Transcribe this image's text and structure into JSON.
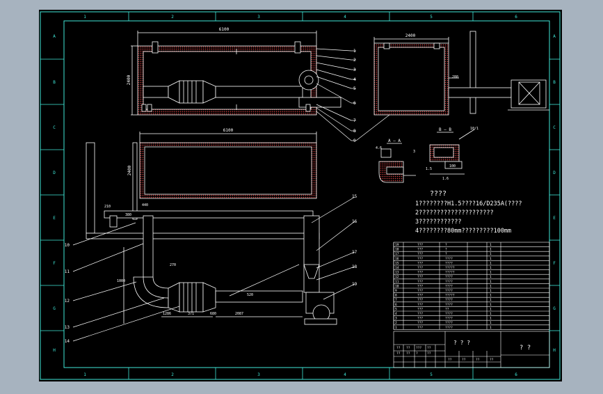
{
  "colors": {
    "viewport_bg": "#a7b3bf",
    "sheet_bg": "#000000",
    "frame": "#3fe8d8",
    "line": "#ffffff",
    "hatch": "#cc3333",
    "accent": "#ffff00"
  },
  "zones": {
    "cols": [
      "1",
      "2",
      "3",
      "4",
      "5",
      "6"
    ],
    "rows": [
      "A",
      "B",
      "C",
      "D",
      "E",
      "F",
      "G",
      "H"
    ]
  },
  "top_left_view": {
    "dim_top": "6100",
    "dim_left": "2400",
    "leaders": [
      "1",
      "2",
      "3",
      "4",
      "5",
      "6",
      "7",
      "8",
      "9"
    ]
  },
  "top_right_view": {
    "dim_top": "2400",
    "dim_side": "280"
  },
  "mid_view": {
    "dim_top": "6100",
    "dim_left": "2400",
    "dims": [
      "210",
      "380",
      "440",
      "1000",
      "270",
      "2087",
      "1286",
      "680",
      "371",
      "520"
    ],
    "leaders": [
      "10",
      "11",
      "12",
      "13",
      "14",
      "15",
      "16",
      "17",
      "18",
      "19"
    ]
  },
  "section_aa": {
    "label": "A — A",
    "dims": [
      "4.6",
      "3"
    ]
  },
  "section_bb": {
    "label": "B — B",
    "dims": [
      "100",
      "1.5",
      "1.6"
    ],
    "note": "10/1"
  },
  "notes": {
    "title": "????",
    "lines": [
      "1????????H1.5????16/D235A(????",
      "2?????????????????????",
      "3????????????",
      "4????????80mm?????????100mm"
    ]
  },
  "bom": {
    "rows": [
      [
        "19",
        "???",
        "?",
        "1"
      ],
      [
        "18",
        "???",
        "?",
        "1"
      ],
      [
        "17",
        "???",
        "?",
        "1"
      ],
      [
        "16",
        "???",
        "????",
        "1"
      ],
      [
        "15",
        "???",
        "????",
        "1"
      ],
      [
        "14",
        "???",
        "?????",
        "1"
      ],
      [
        "13",
        "???",
        "?????",
        "1"
      ],
      [
        "12",
        "???",
        "????",
        "1"
      ],
      [
        "11",
        "???",
        "????",
        "1"
      ],
      [
        "10",
        "???",
        "????",
        "1"
      ],
      [
        "9",
        "???",
        "????",
        "1"
      ],
      [
        "8",
        "???",
        "?????",
        "1"
      ],
      [
        "7",
        "???",
        "????",
        "1"
      ],
      [
        "6",
        "???",
        "????",
        "1"
      ],
      [
        "5",
        "???",
        "??",
        "1"
      ],
      [
        "4",
        "???",
        "????",
        "1"
      ],
      [
        "3",
        "???",
        "????",
        "1"
      ],
      [
        "2",
        "???",
        "????",
        "1"
      ],
      [
        "1",
        "???",
        "????",
        "1"
      ]
    ]
  },
  "title_block": {
    "drawing_name": "? ? ?",
    "company": "?  ?",
    "small_cells": [
      "??",
      "??",
      "???",
      "??",
      "??",
      "??",
      "?",
      "??",
      "??",
      "??",
      "??",
      "??"
    ]
  }
}
